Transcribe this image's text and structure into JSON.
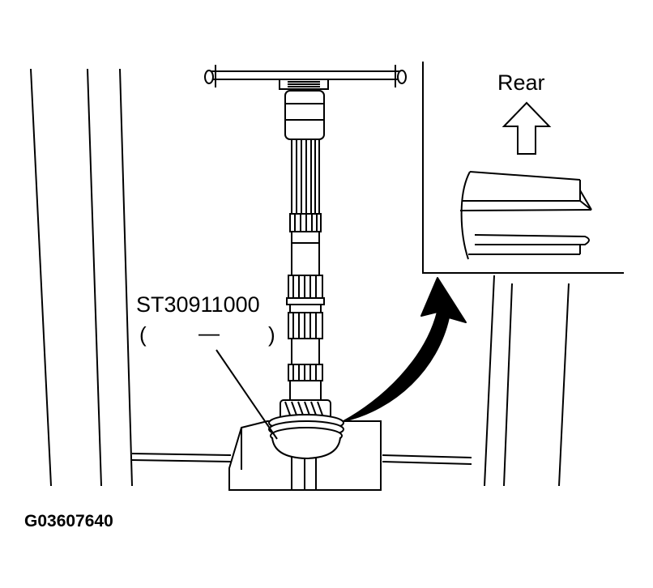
{
  "labels": {
    "tool_number": "ST30911000",
    "tool_open_paren": "(",
    "tool_dash": "—",
    "tool_close_paren": ")",
    "direction": "Rear",
    "figure_id": "G03607640"
  },
  "colors": {
    "line": "#000000",
    "background": "#ffffff"
  },
  "icons": {
    "direction_arrow": "up-arrow-icon",
    "curved_arrow": "curved-arrow-icon"
  }
}
